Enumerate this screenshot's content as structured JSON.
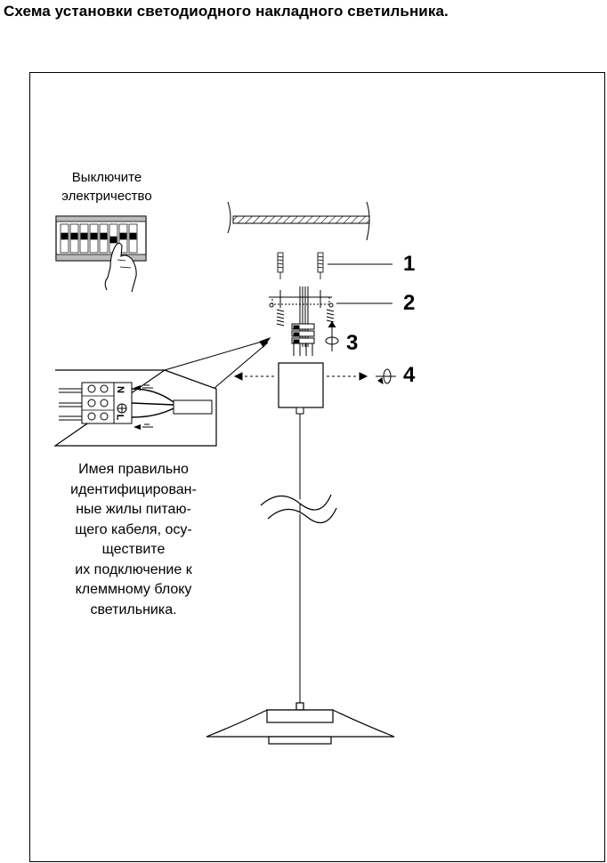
{
  "title": "Схема установки светодиодного накладного светильника.",
  "power_off_caption": [
    "Выключите",
    "электричество"
  ],
  "main_caption": [
    "Имея правильно",
    "идентифицирован-",
    "ные жилы питаю-",
    "щего кабеля, осу-",
    "ществите",
    "их подключение к",
    "клеммному блоку",
    "светильника."
  ],
  "step_numbers": [
    "1",
    "2",
    "3",
    "4"
  ],
  "terminal_labels": [
    "N",
    "L"
  ]
}
